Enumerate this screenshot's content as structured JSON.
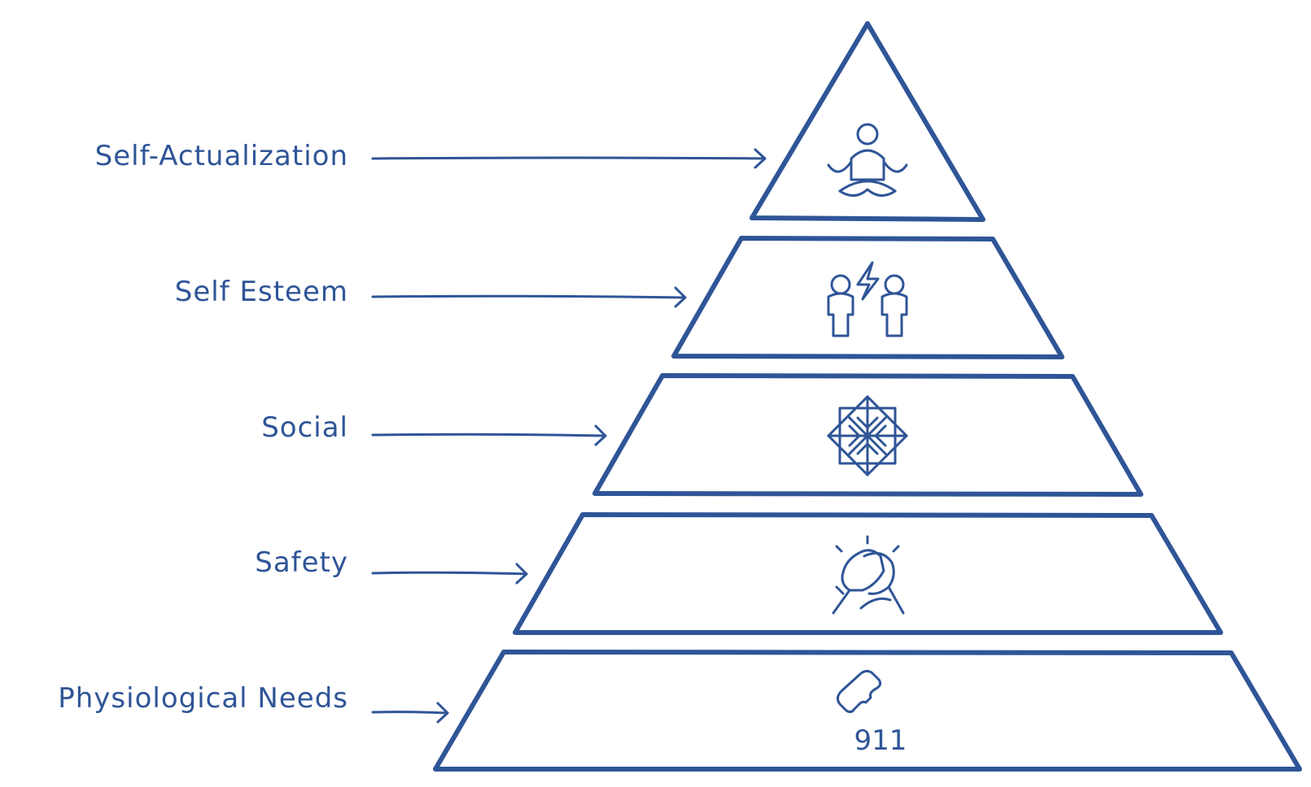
{
  "diagram": {
    "type": "pyramid",
    "accent_color": "#2f5597",
    "levels": [
      {
        "label": "Self-Actualization",
        "icon": "meditation-icon"
      },
      {
        "label": "Self Esteem",
        "icon": "people-spark-icon"
      },
      {
        "label": "Social",
        "icon": "star-tile-icon"
      },
      {
        "label": "Safety",
        "icon": "handshake-icon"
      },
      {
        "label": "Physiological Needs",
        "icon": "emergency-phone-icon",
        "icon_text": "911"
      }
    ]
  }
}
